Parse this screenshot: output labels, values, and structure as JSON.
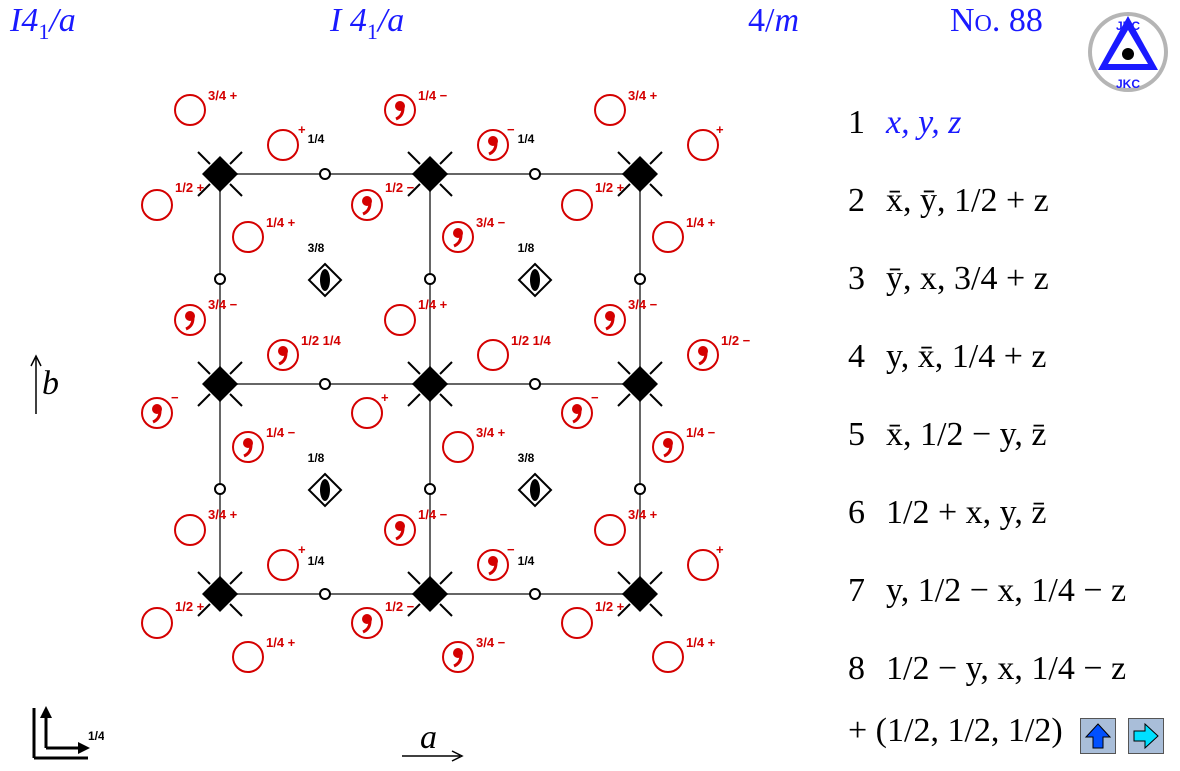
{
  "header": {
    "short_symbol_main": "I4",
    "short_symbol_sub": "1",
    "short_symbol_tail": "/a",
    "full_symbol_main": "I 4",
    "full_symbol_sub": "1",
    "full_symbol_tail": "/a",
    "point_group_num": "4/",
    "point_group_tail": "m",
    "number": "No. 88",
    "logo_text": "JKC"
  },
  "axes": {
    "a_label": "a",
    "b_label": "b",
    "origin_height": "1/4"
  },
  "operations": [
    {
      "n": "1",
      "coords": "x, y, z"
    },
    {
      "n": "2",
      "coords": "x̄, ȳ, 1/2 + z"
    },
    {
      "n": "3",
      "coords": "ȳ, x, 3/4 + z"
    },
    {
      "n": "4",
      "coords": "y, x̄, 1/4 + z"
    },
    {
      "n": "5",
      "coords": "x̄, 1/2 − y, z̄"
    },
    {
      "n": "6",
      "coords": "1/2 + x, y, z̄"
    },
    {
      "n": "7",
      "coords": "y, 1/2 − x, 1/4 − z"
    },
    {
      "n": "8",
      "coords": "1/2 − y, x, 1/4 − z"
    }
  ],
  "centering": "+ (1/2, 1/2, 1/2)",
  "diagram": {
    "colors": {
      "positions": "#d40000",
      "symmetry": "#000000",
      "cell": "#666666"
    },
    "position_labels": {
      "h34p": "3/4 +",
      "h14m": "1/4 −",
      "h14p": "1/4 +",
      "h12p": "1/2 +",
      "h12m": "1/2 −",
      "h34m": "3/4 −",
      "p": "+",
      "m": "−",
      "h12_14": "1/2 1/4"
    },
    "inversion_heights": {
      "h14": "1/4",
      "h38": "3/8",
      "h18": "1/8"
    }
  },
  "nav": {
    "up": "up-arrow",
    "next": "right-arrow"
  }
}
